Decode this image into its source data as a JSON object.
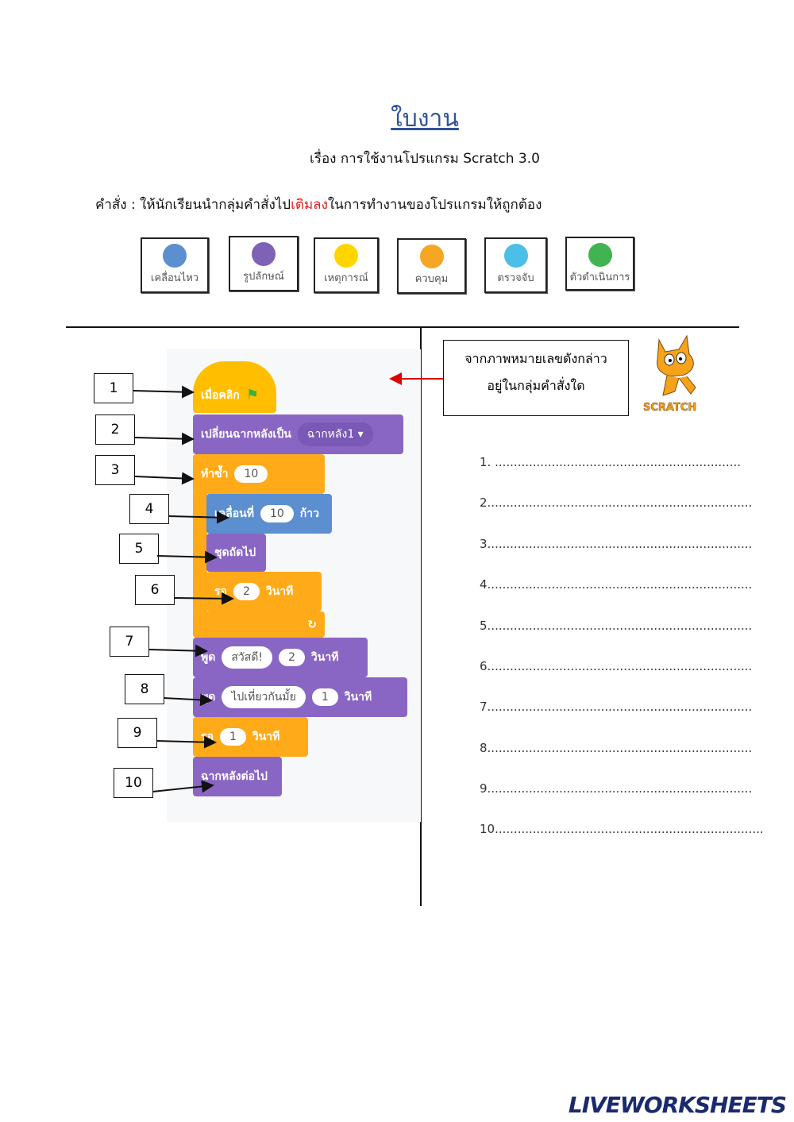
{
  "title": "ใบงาน",
  "subtitle": "เรื่อง การใช้งานโปรแกรม Scratch 3.0",
  "instruction": {
    "prefix": "คำสั่ง : ให้นักเรียนนำกลุ่มคำสั่งไป",
    "highlight": "เติมลง",
    "suffix": "ในการทำงานของโปรแกรมให้ถูกต้อง"
  },
  "categories": [
    {
      "label": "เคลื่อนไหว",
      "color": "#5b8fd0"
    },
    {
      "label": "รูปลักษณ์",
      "color": "#7e62b6"
    },
    {
      "label": "เหตุการณ์",
      "color": "#ffd500"
    },
    {
      "label": "ควบคุม",
      "color": "#f5a623"
    },
    {
      "label": "ตรวจจับ",
      "color": "#4cbfe6"
    },
    {
      "label": "ตัวดำเนินการ",
      "color": "#40b450"
    }
  ],
  "blocks": {
    "b1": {
      "label": "เมื่อคลิก"
    },
    "b2": {
      "label": "เปลี่ยนฉากหลังเป็น",
      "value": "ฉากหลัง1 ▾"
    },
    "b3": {
      "label": "ทำซ้ำ",
      "value": "10"
    },
    "b4": {
      "label": "เคลื่อนที่",
      "value": "10",
      "unit": "ก้าว"
    },
    "b5": {
      "label": "ชุดถัดไป"
    },
    "b6": {
      "label": "รอ",
      "value": "2",
      "unit": "วินาที"
    },
    "b7": {
      "label": "พูด",
      "text": "สวัสดี!",
      "value": "2",
      "unit": "วินาที"
    },
    "b8": {
      "label": "พูด",
      "text": "ไปเที่ยวกันมั้ย",
      "value": "1",
      "unit": "วินาที"
    },
    "b9": {
      "label": "รอ",
      "value": "1",
      "unit": "วินาที"
    },
    "b10": {
      "label": "ฉากหลังต่อไป"
    }
  },
  "numbers": [
    "1",
    "2",
    "3",
    "4",
    "5",
    "6",
    "7",
    "8",
    "9",
    "10"
  ],
  "question": {
    "line1": "จากภาพหมายเลขดังกล่าว",
    "line2": "อยู่ในกลุ่มคำสั่งใด"
  },
  "scratch_logo": "SCRATCH",
  "answers": [
    "1. .................................................................",
    "2......................................................................",
    "3......................................................................",
    "4......................................................................",
    "5......................................................................",
    "6......................................................................",
    "7......................................................................",
    "8......................................................................",
    "9......................................................................",
    "10......................................................................."
  ],
  "watermark": "LIVEWORKSHEETS"
}
